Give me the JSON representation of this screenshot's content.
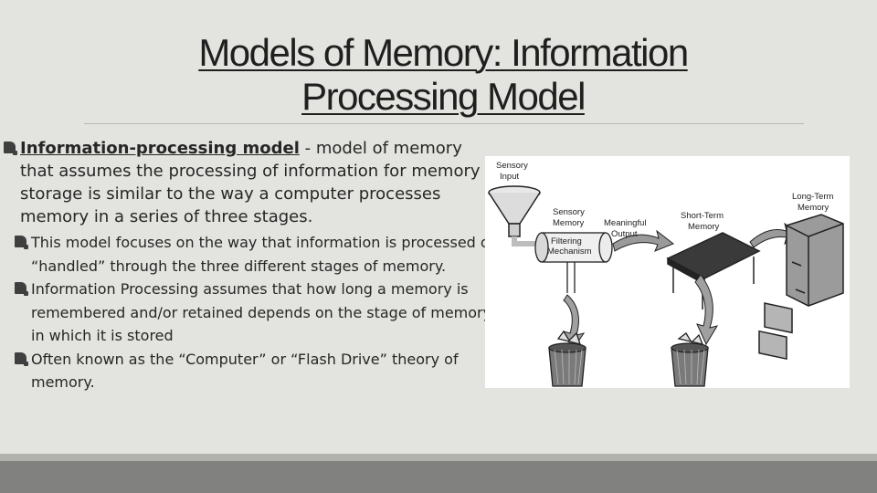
{
  "slide": {
    "title_line1": "Models of Memory: Information",
    "title_line2": "Processing Model ",
    "main_bullet_term": "Information-processing model",
    "main_bullet_text": " - model of memory that assumes the processing of information for memory storage is similar to the way a computer processes memory in a series of three stages.",
    "sub_bullets": [
      "This model focuses on the way that information is processed or “handled” through the three different stages of memory.",
      "Information Processing assumes that how long a memory is remembered and/or retained depends on the stage of memory in which it is stored",
      "Often known as the “Computer” or “Flash Drive” theory of memory."
    ]
  },
  "figure": {
    "labels": {
      "sensory_input_1": "Sensory",
      "sensory_input_2": "Input",
      "sensory_memory_1": "Sensory",
      "sensory_memory_2": "Memory",
      "meaningful_output_1": "Meaningful",
      "meaningful_output_2": "Output",
      "short_term_1": "Short-Term",
      "short_term_2": "Memory",
      "long_term_1": "Long-Term",
      "long_term_2": "Memory",
      "filtering_1": "Filtering",
      "filtering_2": "Mechanism"
    }
  },
  "colors": {
    "background": "#e3e3df",
    "text": "#262626",
    "footer_dark": "#818180",
    "footer_light": "#b1b1ad"
  }
}
